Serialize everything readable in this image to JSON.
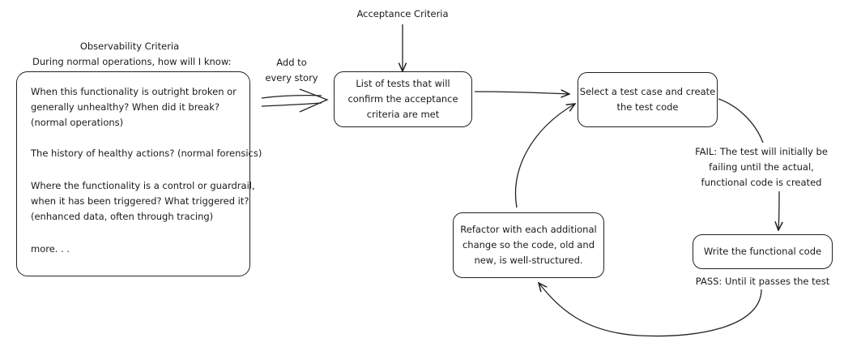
{
  "acceptance_label": "Acceptance Criteria",
  "observability": {
    "title_lines": [
      "Observability Criteria",
      "During normal operations, how will I know:"
    ],
    "paragraphs": [
      [
        "When this functionality is outright broken or",
        "generally unhealthy? When did it break?",
        "(normal operations)"
      ],
      [
        "The history of healthy actions? (normal forensics)"
      ],
      [
        "Where the functionality is a control or guardrail,",
        "when it has been triggered? What triggered it?",
        "(enhanced data, often through tracing)"
      ],
      [
        "more. . ."
      ]
    ]
  },
  "add_label_lines": [
    "Add to",
    "every story"
  ],
  "tests_box_lines": [
    "List of tests that will",
    "confirm the acceptance",
    "criteria are met"
  ],
  "select_box_lines": [
    "Select a test case and create",
    "the test code"
  ],
  "fail_lines": [
    "FAIL: The test will initially be",
    "failing until the actual,",
    "functional code is created"
  ],
  "write_box_text": "Write the functional code",
  "pass_text": "PASS: Until it passes the test",
  "refactor_box_lines": [
    "Refactor with each additional",
    "change so the code, old and",
    "new, is well-structured."
  ]
}
